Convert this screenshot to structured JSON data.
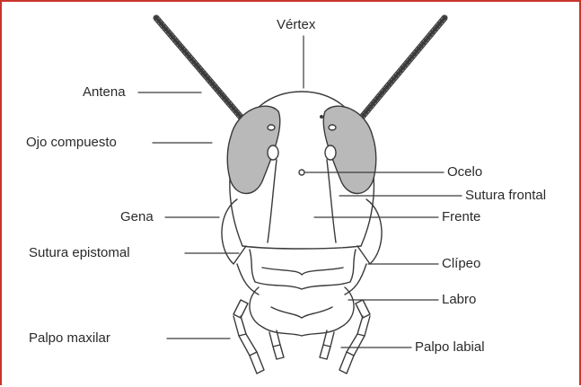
{
  "labels": {
    "vertex": "Vértex",
    "antena": "Antena",
    "ojo_compuesto": "Ojo compuesto",
    "ocelo": "Ocelo",
    "sutura_frontal": "Sutura frontal",
    "gena": "Gena",
    "frente": "Frente",
    "sutura_epistomal": "Sutura epistomal",
    "clipeo": "Clípeo",
    "labro": "Labro",
    "palpo_maxilar": "Palpo maxilar",
    "palpo_labial": "Palpo labial"
  },
  "colors": {
    "border": "#c8342c",
    "line": "#3a3a3a",
    "eye_fill": "#b9b9b9"
  }
}
